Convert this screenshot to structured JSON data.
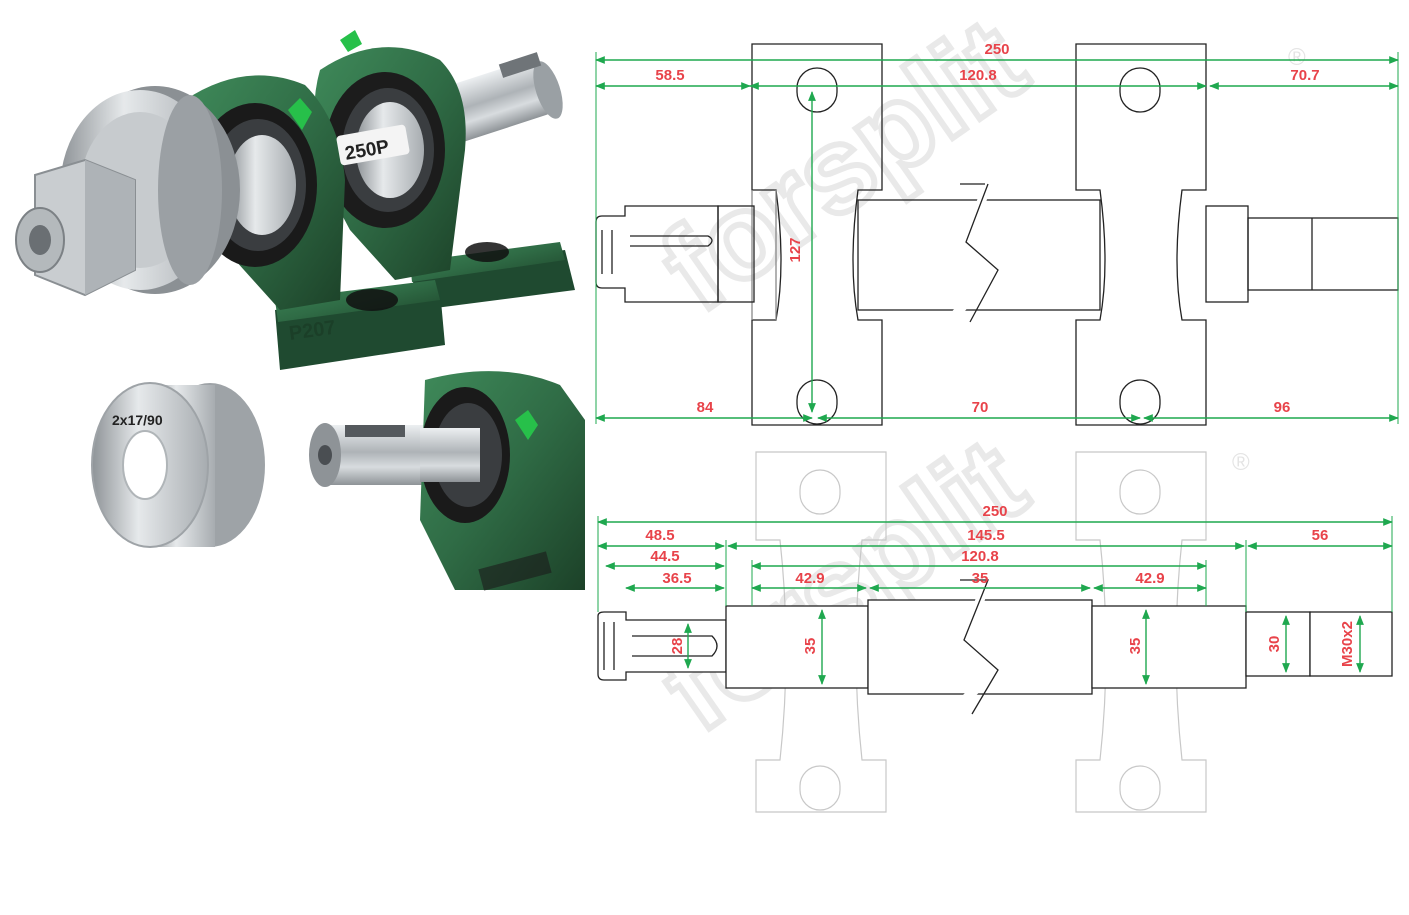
{
  "colors": {
    "dimension_text": "#e8434a",
    "dimension_line": "#1fa84f",
    "outline": "#222222",
    "faded_outline": "#c8c8c8",
    "housing_green": "#2f6b45",
    "housing_green_dark": "#1f4a30",
    "steel": "#bfc3c6",
    "clip_green": "#27c04a",
    "watermark": "#e9e9e9"
  },
  "photos": {
    "housing_stamp": "250P",
    "foot_stamp": "P207",
    "pulley_marking": "2x17/90"
  },
  "watermark": {
    "text": "forsplit",
    "registered_mark": "®"
  },
  "top_view": {
    "overall": "250",
    "segments_top": [
      "58.5",
      "120.8",
      "70.7"
    ],
    "height": "127",
    "segments_bottom": [
      "84",
      "70",
      "96"
    ]
  },
  "side_view": {
    "overall": "250",
    "row1": [
      "48.5",
      "145.5",
      "56"
    ],
    "row2": [
      "44.5",
      "120.8"
    ],
    "row3": [
      "36.5",
      "42.9",
      "35",
      "42.9"
    ],
    "diameters": [
      "28",
      "35",
      "35",
      "30",
      "M30x2"
    ]
  },
  "icons": [
    "pulley-icon",
    "bearing-housing-icon",
    "shaft-icon",
    "retaining-clip-icon",
    "nut-icon",
    "break-line-icon"
  ]
}
